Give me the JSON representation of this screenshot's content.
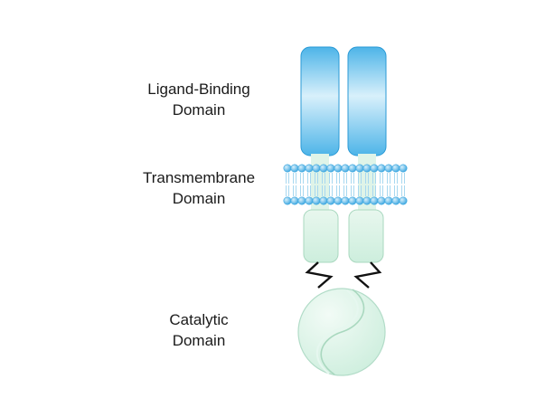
{
  "labels": {
    "ligand_binding": {
      "line1": "Ligand-Binding",
      "line2": "Domain"
    },
    "transmembrane": {
      "line1": "Transmembrane",
      "line2": "Domain"
    },
    "catalytic": {
      "line1": "Catalytic",
      "line2": "Domain"
    }
  },
  "colors": {
    "ligand_domain_fill": "#4db4e8",
    "ligand_domain_light": "#d8f0fb",
    "ligand_domain_stroke": "#2a9ad6",
    "membrane_head": "#3aa6e0",
    "membrane_tail": "#a8d8f0",
    "juxta_fill": "#cdeedd",
    "juxta_stroke": "#a9d8bf",
    "catalytic_fill": "#d6f2e6",
    "catalytic_stroke": "#b2dcc8",
    "linker": "#111111"
  }
}
